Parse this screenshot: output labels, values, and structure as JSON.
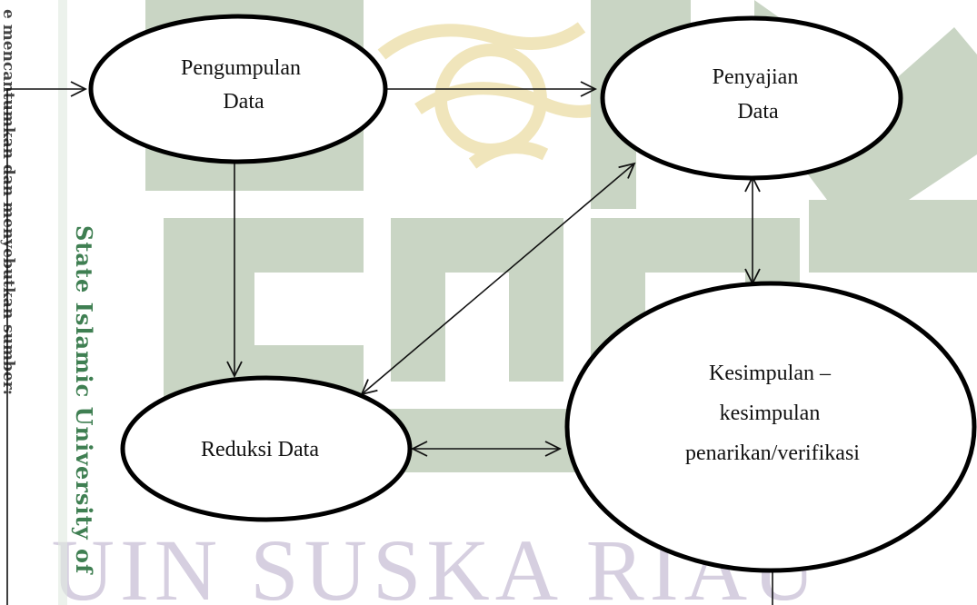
{
  "watermark": {
    "side_text": "State Islamic University of",
    "side_text_cut": "e mencantumkan dan menyebutkan sumber:",
    "brand_text": "UIN SUSKA RIAU",
    "colors": {
      "green": "#c9d5c4",
      "gold": "#efe3b4",
      "side_green": "#3f7f52"
    }
  },
  "diagram": {
    "nodes": {
      "pengumpulan": {
        "lines": [
          "Pengumpulan",
          "Data"
        ]
      },
      "penyajian": {
        "lines": [
          "Penyajian",
          "Data"
        ]
      },
      "reduksi": {
        "lines": [
          "Reduksi Data"
        ]
      },
      "kesimpulan": {
        "lines": [
          "Kesimpulan –",
          "kesimpulan",
          "penarikan/verifikasi"
        ]
      }
    },
    "edges": [
      {
        "from": "feedback-loop",
        "to": "pengumpulan",
        "direction": "one-way"
      },
      {
        "from": "pengumpulan",
        "to": "penyajian",
        "direction": "one-way"
      },
      {
        "from": "pengumpulan",
        "to": "reduksi",
        "direction": "one-way"
      },
      {
        "from": "reduksi",
        "to": "penyajian",
        "direction": "two-way"
      },
      {
        "from": "penyajian",
        "to": "kesimpulan",
        "direction": "two-way"
      },
      {
        "from": "reduksi",
        "to": "kesimpulan",
        "direction": "two-way"
      },
      {
        "from": "kesimpulan",
        "to": "feedback-loop",
        "direction": "line"
      }
    ]
  }
}
